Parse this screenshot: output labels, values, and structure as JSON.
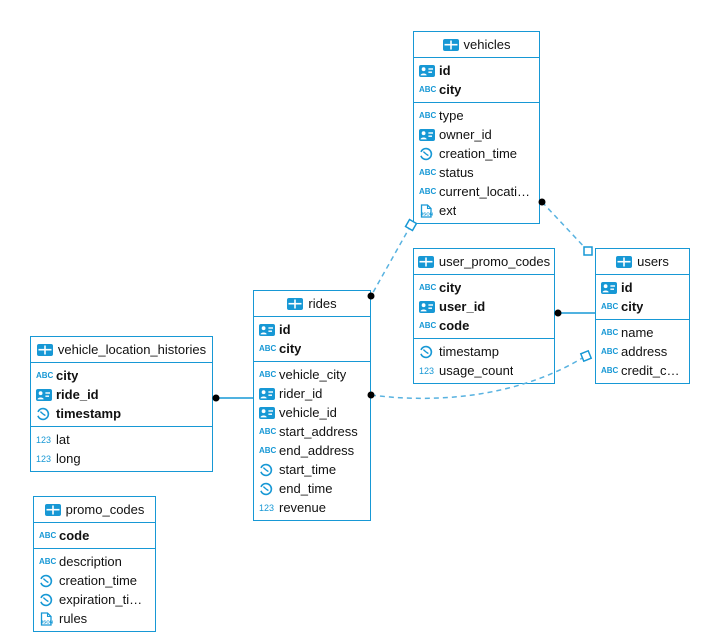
{
  "diagram": {
    "colors": {
      "accent": "#1798d5",
      "dashed_line": "#58b2e0",
      "endpoint_dot": "#000000",
      "text": "#111111"
    },
    "icon_labels": {
      "string": "ABC",
      "number": "123",
      "json": "JSON"
    },
    "tables": [
      {
        "name": "vehicles",
        "primary_keys": [
          {
            "name": "id",
            "type": "uuid"
          },
          {
            "name": "city",
            "type": "string"
          }
        ],
        "columns": [
          {
            "name": "type",
            "type": "string"
          },
          {
            "name": "owner_id",
            "type": "uuid"
          },
          {
            "name": "creation_time",
            "type": "timestamp"
          },
          {
            "name": "status",
            "type": "string"
          },
          {
            "name": "current_location",
            "type": "string"
          },
          {
            "name": "ext",
            "type": "json"
          }
        ]
      },
      {
        "name": "user_promo_codes",
        "primary_keys": [
          {
            "name": "city",
            "type": "string"
          },
          {
            "name": "user_id",
            "type": "uuid"
          },
          {
            "name": "code",
            "type": "string"
          }
        ],
        "columns": [
          {
            "name": "timestamp",
            "type": "timestamp"
          },
          {
            "name": "usage_count",
            "type": "number"
          }
        ]
      },
      {
        "name": "users",
        "primary_keys": [
          {
            "name": "id",
            "type": "uuid"
          },
          {
            "name": "city",
            "type": "string"
          }
        ],
        "columns": [
          {
            "name": "name",
            "type": "string"
          },
          {
            "name": "address",
            "type": "string"
          },
          {
            "name": "credit_card",
            "type": "string"
          }
        ]
      },
      {
        "name": "rides",
        "primary_keys": [
          {
            "name": "id",
            "type": "uuid"
          },
          {
            "name": "city",
            "type": "string"
          }
        ],
        "columns": [
          {
            "name": "vehicle_city",
            "type": "string"
          },
          {
            "name": "rider_id",
            "type": "uuid"
          },
          {
            "name": "vehicle_id",
            "type": "uuid"
          },
          {
            "name": "start_address",
            "type": "string"
          },
          {
            "name": "end_address",
            "type": "string"
          },
          {
            "name": "start_time",
            "type": "timestamp"
          },
          {
            "name": "end_time",
            "type": "timestamp"
          },
          {
            "name": "revenue",
            "type": "number"
          }
        ]
      },
      {
        "name": "vehicle_location_histories",
        "primary_keys": [
          {
            "name": "city",
            "type": "string"
          },
          {
            "name": "ride_id",
            "type": "uuid"
          },
          {
            "name": "timestamp",
            "type": "timestamp"
          }
        ],
        "columns": [
          {
            "name": "lat",
            "type": "number"
          },
          {
            "name": "long",
            "type": "number"
          }
        ]
      },
      {
        "name": "promo_codes",
        "primary_keys": [
          {
            "name": "code",
            "type": "string"
          }
        ],
        "columns": [
          {
            "name": "description",
            "type": "string"
          },
          {
            "name": "creation_time",
            "type": "timestamp"
          },
          {
            "name": "expiration_time",
            "type": "timestamp"
          },
          {
            "name": "rules",
            "type": "json"
          }
        ]
      }
    ],
    "relationships": [
      {
        "from": "vehicle_location_histories",
        "to": "rides",
        "line": "solid"
      },
      {
        "from": "user_promo_codes",
        "to": "users",
        "line": "solid"
      },
      {
        "from": "vehicles",
        "to": "rides",
        "line": "dashed"
      },
      {
        "from": "vehicles",
        "to": "users",
        "line": "dashed"
      },
      {
        "from": "rides",
        "to": "users",
        "line": "dashed"
      }
    ]
  }
}
